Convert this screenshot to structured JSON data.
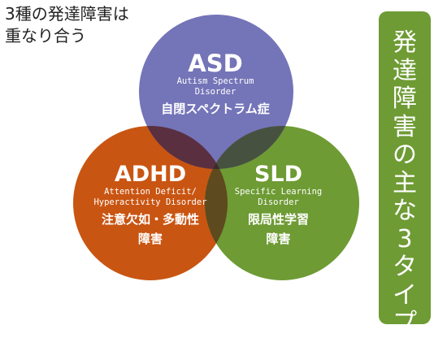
{
  "headline": {
    "line1": "3種の発達障害は",
    "line2": "重なり合う"
  },
  "circles": {
    "asd": {
      "abbr": "ASD",
      "en_line1": "Autism Spectrum",
      "en_line2": "Disorder",
      "ja_line1": "自閉スペクトラム症",
      "color": "#7474b8"
    },
    "adhd": {
      "abbr": "ADHD",
      "en_line1": "Attention Deficit/",
      "en_line2": "Hyperactivity Disorder",
      "ja_line1": "注意欠如・多動性",
      "ja_line2": "障害",
      "color": "#c95512"
    },
    "sld": {
      "abbr": "SLD",
      "en_line1": "Specific Learning",
      "en_line2": "Disorder",
      "ja_line1": "限局性学習",
      "ja_line2": "障害",
      "color": "#6e9b34"
    }
  },
  "side_panel": {
    "chars": [
      "発",
      "達",
      "障",
      "害",
      "の",
      "主",
      "な",
      "3",
      "タ",
      "イ",
      "プ"
    ],
    "color": "#6e9b34"
  }
}
